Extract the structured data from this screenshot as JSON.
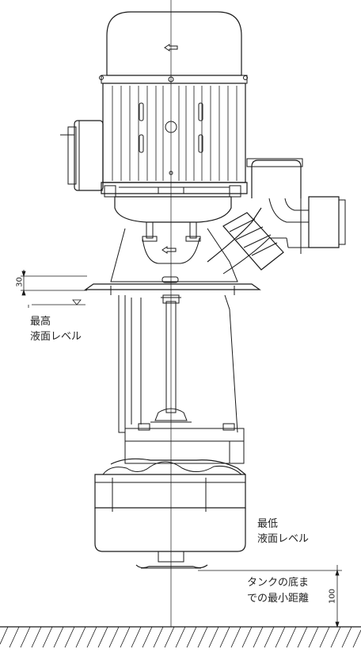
{
  "diagram": {
    "labels": {
      "max_level_line1": "最高",
      "max_level_line2": "液面レベル",
      "min_level_line1": "最低",
      "min_level_line2": "液面レベル",
      "tank_line1": "タンクの底ま",
      "tank_line2": "での最小距離"
    },
    "dimensions": {
      "top_margin": "30",
      "bottom_clearance": "100"
    },
    "colors": {
      "line": "#1a1a1a",
      "background": "#ffffff"
    }
  }
}
